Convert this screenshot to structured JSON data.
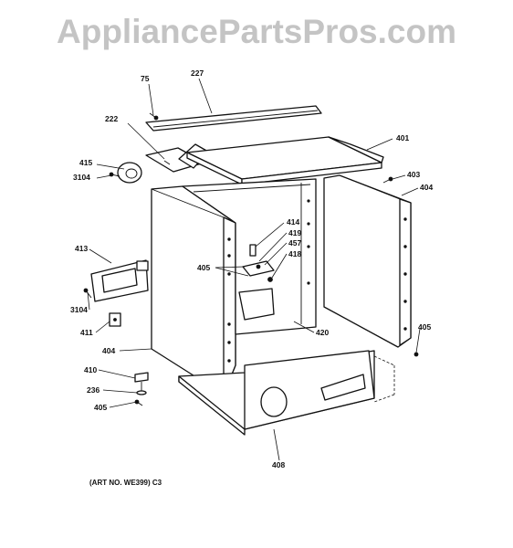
{
  "watermark": "AppliancePartsPros.com",
  "art_number": "(ART NO. WE399) C3",
  "callouts": {
    "c75": "75",
    "c227": "227",
    "c222": "222",
    "c401": "401",
    "c415": "415",
    "c3104a": "3104",
    "c403": "403",
    "c404a": "404",
    "c414": "414",
    "c419": "419",
    "c457": "457",
    "c418": "418",
    "c413": "413",
    "c405a": "405",
    "c3104b": "3104",
    "c411": "411",
    "c420": "420",
    "c404b": "404",
    "c405b": "405",
    "c410": "410",
    "c236": "236",
    "c405c": "405",
    "c408": "408"
  }
}
